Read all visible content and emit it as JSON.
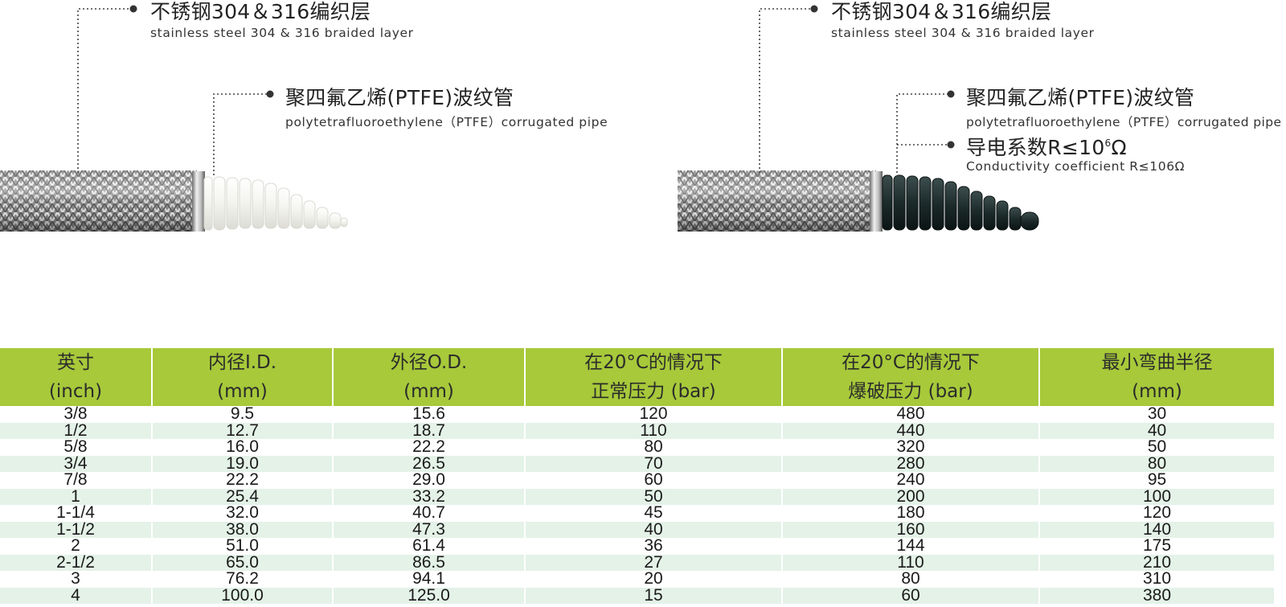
{
  "left_diagram": {
    "braid_label_cn": "不锈钢304＆316编织层",
    "braid_label_en": "stainless steel 304 & 316 braided layer",
    "pipe_label_cn": "聚四氟乙烯(PTFE)波纹管",
    "pipe_label_en": "polytetrafluoroethylene（PTFE）corrugated pipe"
  },
  "right_diagram": {
    "braid_label_cn": "不锈钢304＆316编织层",
    "braid_label_en": "stainless steel 304 & 316 braided layer",
    "pipe_label_cn": "聚四氟乙烯(PTFE)波纹管",
    "pipe_label_en": "polytetrafluoroethylene（PTFE）corrugated pipe",
    "conductivity_cn": "导电系数R≤10",
    "conductivity_sup": "6",
    "conductivity_unit": "Ω",
    "conductivity_en": "Conductivity coefficient R≤106Ω"
  },
  "table": {
    "headers": [
      {
        "line1": "英寸",
        "line2": "(inch)"
      },
      {
        "line1": "内径I.D.",
        "line2": "(mm)"
      },
      {
        "line1": "外径O.D.",
        "line2": "(mm)"
      },
      {
        "line1": "在20°C的情况下",
        "line2": "正常压力 (bar)"
      },
      {
        "line1": "在20°C的情况下",
        "line2": "爆破压力  (bar)"
      },
      {
        "line1": "最小弯曲半径",
        "line2": "(mm)"
      }
    ],
    "rows": [
      [
        "3/8",
        "9.5",
        "15.6",
        "120",
        "480",
        "30"
      ],
      [
        "1/2",
        "12.7",
        "18.7",
        "110",
        "440",
        "40"
      ],
      [
        "5/8",
        "16.0",
        "22.2",
        "80",
        "320",
        "50"
      ],
      [
        "3/4",
        "19.0",
        "26.5",
        "70",
        "280",
        "80"
      ],
      [
        "7/8",
        "22.2",
        "29.0",
        "60",
        "240",
        "95"
      ],
      [
        "1",
        "25.4",
        "33.2",
        "50",
        "200",
        "100"
      ],
      [
        "1-1/4",
        "32.0",
        "40.7",
        "45",
        "180",
        "120"
      ],
      [
        "1-1/2",
        "38.0",
        "47.3",
        "40",
        "160",
        "140"
      ],
      [
        "2",
        "51.0",
        "61.4",
        "36",
        "144",
        "175"
      ],
      [
        "2-1/2",
        "65.0",
        "86.5",
        "27",
        "110",
        "210"
      ],
      [
        "3",
        "76.2",
        "94.1",
        "20",
        "80",
        "310"
      ],
      [
        "4",
        "100.0",
        "125.0",
        "15",
        "60",
        "380"
      ]
    ]
  },
  "colors": {
    "header_bg": "#a7c93a",
    "row_stripe": "#e4f2e8",
    "ptfe_white": "#f1f2ec",
    "ptfe_black": "#1c2a2a"
  }
}
